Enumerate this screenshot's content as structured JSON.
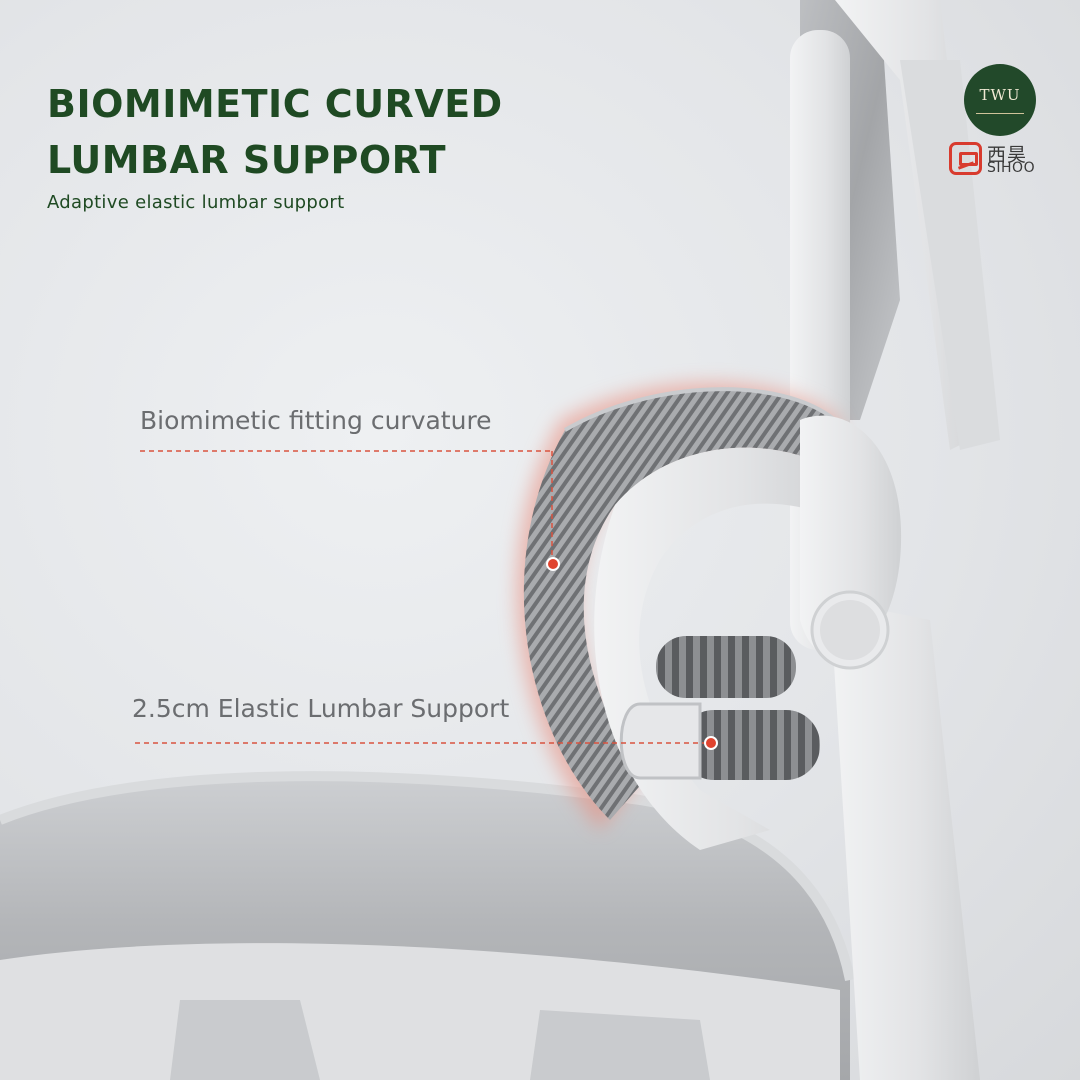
{
  "headline": {
    "line1": "BIOMIMETIC CURVED",
    "line2": "LUMBAR SUPPORT"
  },
  "subhead": "Adaptive elastic lumbar support",
  "callouts": [
    {
      "label": "Biomimetic fitting curvature"
    },
    {
      "label": "2.5cm Elastic Lumbar Support"
    }
  ],
  "logos": {
    "twu": {
      "text": "TWU",
      "icon": "twu-badge-logo"
    },
    "sihoo": {
      "cn": "西昊",
      "en": "SIHOO",
      "icon": "sihoo-logo-icon"
    }
  },
  "colors": {
    "headline": "#1f4a23",
    "callout_text": "#6b6d70",
    "leader_line": "#d9533f",
    "highlight_glow": "#e88b7c",
    "twu_badge": "#22492a",
    "sihoo_red": "#d83b2e"
  }
}
